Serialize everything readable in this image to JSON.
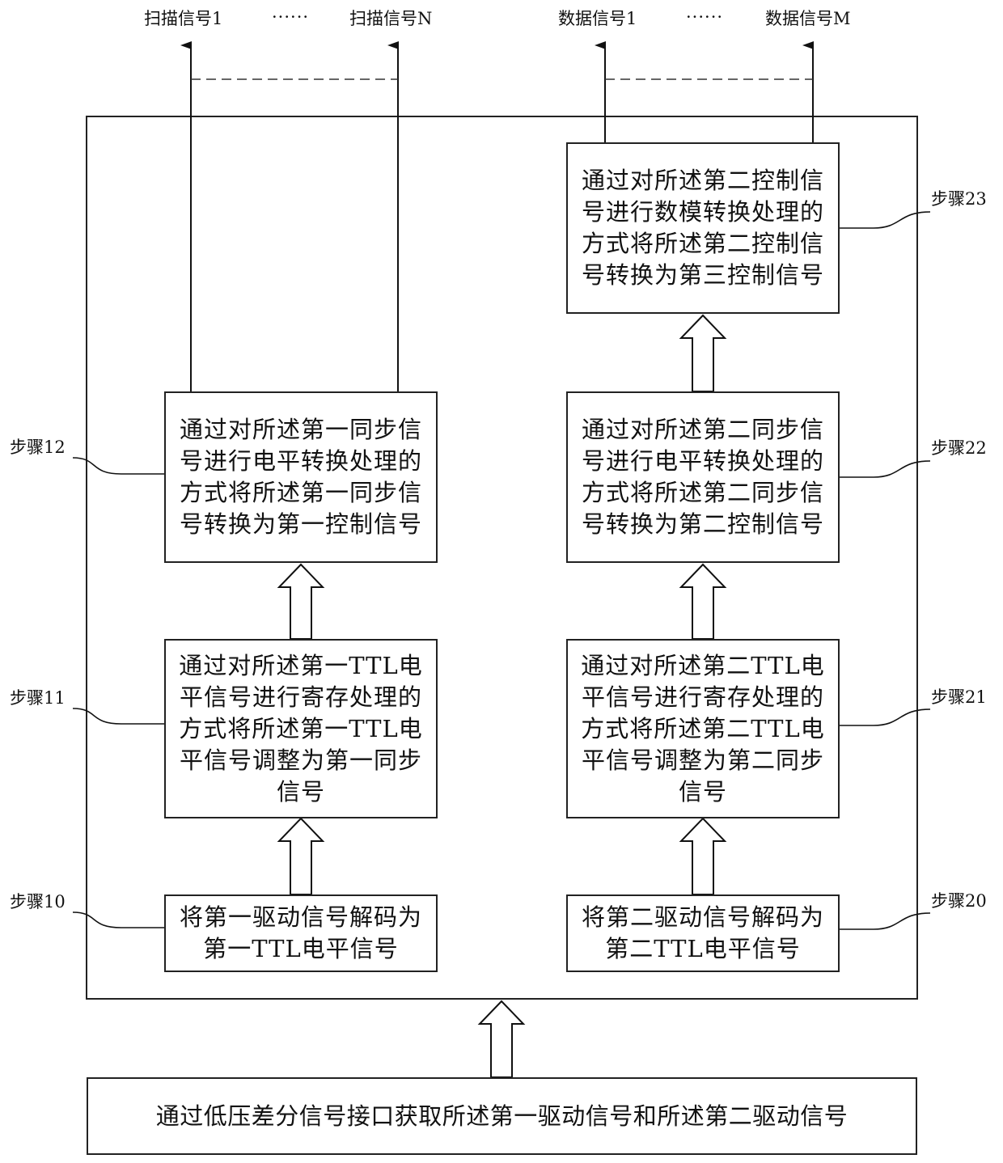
{
  "outputs": {
    "scan_first": "扫描信号1",
    "scan_ellipsis": "······",
    "scan_last": "扫描信号N",
    "data_first": "数据信号1",
    "data_ellipsis": "······",
    "data_last": "数据信号M"
  },
  "steps": {
    "s10": {
      "label": "步骤10",
      "text": "将第一驱动信号解码为第一TTL电平信号"
    },
    "s11": {
      "label": "步骤11",
      "text": "通过对所述第一TTL电平信号进行寄存处理的方式将所述第一TTL电平信号调整为第一同步信号"
    },
    "s12": {
      "label": "步骤12",
      "text": "通过对所述第一同步信号进行电平转换处理的方式将所述第一同步信号转换为第一控制信号"
    },
    "s20": {
      "label": "步骤20",
      "text": "将第二驱动信号解码为第二TTL电平信号"
    },
    "s21": {
      "label": "步骤21",
      "text": "通过对所述第二TTL电平信号进行寄存处理的方式将所述第二TTL电平信号调整为第二同步信号"
    },
    "s22": {
      "label": "步骤22",
      "text": "通过对所述第二同步信号进行电平转换处理的方式将所述第二同步信号转换为第二控制信号"
    },
    "s23": {
      "label": "步骤23",
      "text": "通过对所述第二控制信号进行数模转换处理的方式将所述第二控制信号转换为第三控制信号"
    }
  },
  "input": {
    "text": "通过低压差分信号接口获取所述第一驱动信号和所述第二驱动信号"
  }
}
